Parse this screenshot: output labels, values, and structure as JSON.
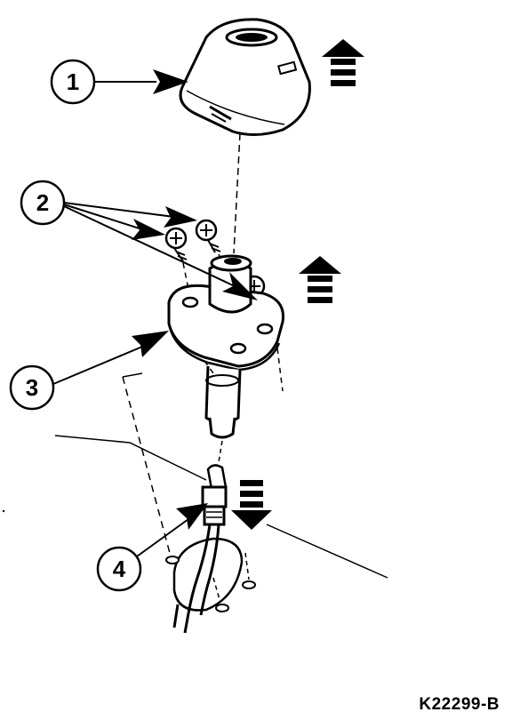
{
  "callouts": [
    {
      "number": "1",
      "part": "cap"
    },
    {
      "number": "2",
      "part": "screws"
    },
    {
      "number": "3",
      "part": "antenna-base"
    },
    {
      "number": "4",
      "part": "cable-connector"
    }
  ],
  "figure_code": "K22299-B",
  "direction_icons": [
    "up-arrow-icon",
    "up-arrow-icon",
    "down-arrow-icon"
  ]
}
